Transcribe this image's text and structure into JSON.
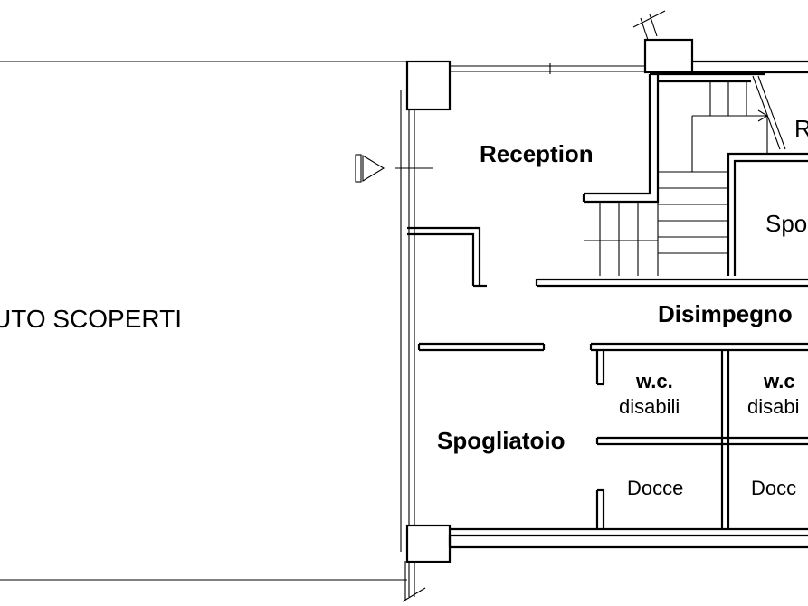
{
  "labels": {
    "outdoor": "UTO  SCOPERTI",
    "reception": "Reception",
    "r_partial": "R",
    "spo_partial": "Spo",
    "disimpegno": "Disimpegno",
    "wc1_title": "w.c.",
    "wc1_sub": "disabili",
    "wc2_title": "w.c",
    "wc2_sub": "disabi",
    "spogliatoio": "Spogliatoio",
    "docce1": "Docce",
    "docce2": "Docc"
  },
  "colors": {
    "line": "#000000",
    "background": "#ffffff"
  },
  "icons": {
    "entrance": "entrance-arrow-icon"
  }
}
